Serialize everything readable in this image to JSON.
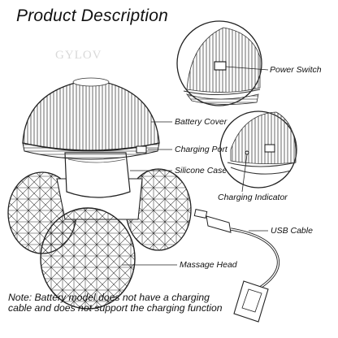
{
  "title": "Product Description",
  "watermark": "GYLOV",
  "labels": {
    "power_switch": "Power Switch",
    "battery_cover": "Battery Cover",
    "charging_port": "Charging Port",
    "silicone_case": "Silicone Case",
    "charging_indicator": "Charging Indicator",
    "usb_cable": "USB Cable",
    "massage_head": "Massage Head"
  },
  "note": {
    "line1": "Note: Battery model does not have a charging",
    "line2": "cable and does not support the charging function"
  }
}
